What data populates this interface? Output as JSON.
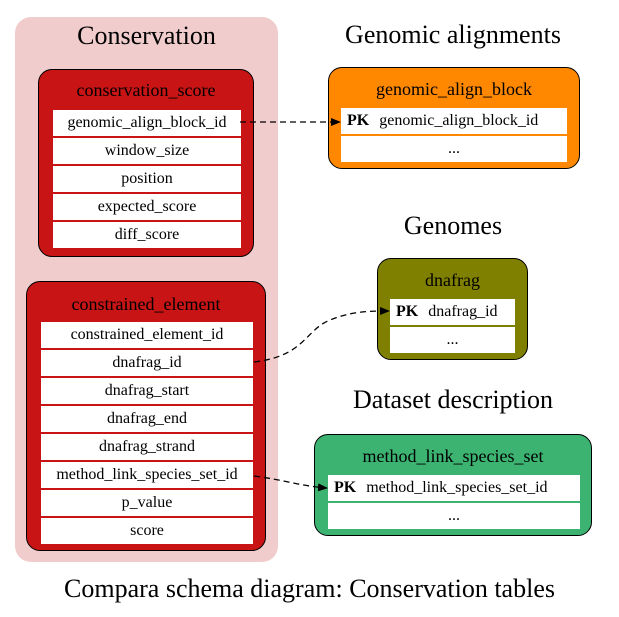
{
  "colors": {
    "conservation_cluster_bg": "#f1cccc",
    "conservation_tables": "#c81414",
    "genomic_align_block": "#ff8800",
    "dnafrag": "#808000",
    "method_link_species_set": "#3cb371",
    "row_bg": "#ffffff"
  },
  "clusters": {
    "conservation": {
      "title": "Conservation"
    }
  },
  "sections": {
    "genomic_alignments": {
      "title": "Genomic alignments"
    },
    "genomes": {
      "title": "Genomes"
    },
    "dataset_description": {
      "title": "Dataset description"
    }
  },
  "tables": {
    "conservation_score": {
      "name": "conservation_score",
      "columns": [
        "genomic_align_block_id",
        "window_size",
        "position",
        "expected_score",
        "diff_score"
      ]
    },
    "constrained_element": {
      "name": "constrained_element",
      "columns": [
        "constrained_element_id",
        "dnafrag_id",
        "dnafrag_start",
        "dnafrag_end",
        "dnafrag_strand",
        "method_link_species_set_id",
        "p_value",
        "score"
      ]
    },
    "genomic_align_block": {
      "name": "genomic_align_block",
      "pk_label": "PK",
      "pk_column": "genomic_align_block_id",
      "more": "..."
    },
    "dnafrag": {
      "name": "dnafrag",
      "pk_label": "PK",
      "pk_column": "dnafrag_id",
      "more": "..."
    },
    "method_link_species_set": {
      "name": "method_link_species_set",
      "pk_label": "PK",
      "pk_column": "method_link_species_set_id",
      "more": "..."
    }
  },
  "relations": [
    {
      "from": "conservation_score.genomic_align_block_id",
      "to": "genomic_align_block.genomic_align_block_id"
    },
    {
      "from": "constrained_element.dnafrag_id",
      "to": "dnafrag.dnafrag_id"
    },
    {
      "from": "constrained_element.method_link_species_set_id",
      "to": "method_link_species_set.method_link_species_set_id"
    }
  ],
  "caption": "Compara schema diagram: Conservation tables"
}
